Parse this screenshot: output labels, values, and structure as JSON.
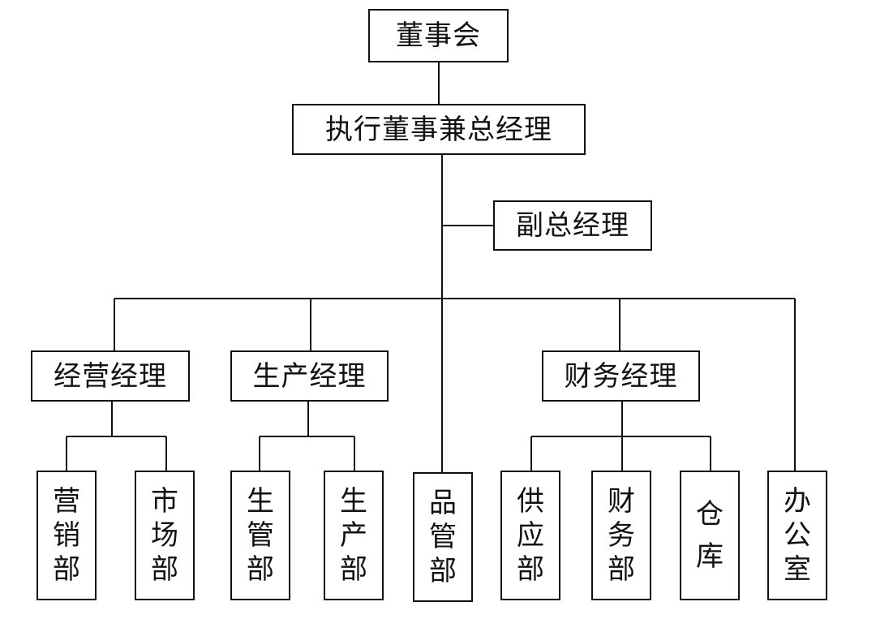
{
  "nodes": {
    "board": "董事会",
    "exec": "执行董事兼总经理",
    "vice": "副总经理",
    "sales_mgr": "经营经理",
    "prod_mgr": "生产经理",
    "fin_mgr": "财务经理",
    "marketing_dept": "营销部",
    "market_dept": "市场部",
    "prod_mgmt_dept": "生管部",
    "production_dept": "生产部",
    "quality_dept": "品管部",
    "supply_dept": "供应部",
    "finance_dept": "财务部",
    "warehouse": "仓 库",
    "office": "办公室"
  },
  "colors": {
    "line": "#111111",
    "border": "#111111",
    "background": "#ffffff"
  }
}
